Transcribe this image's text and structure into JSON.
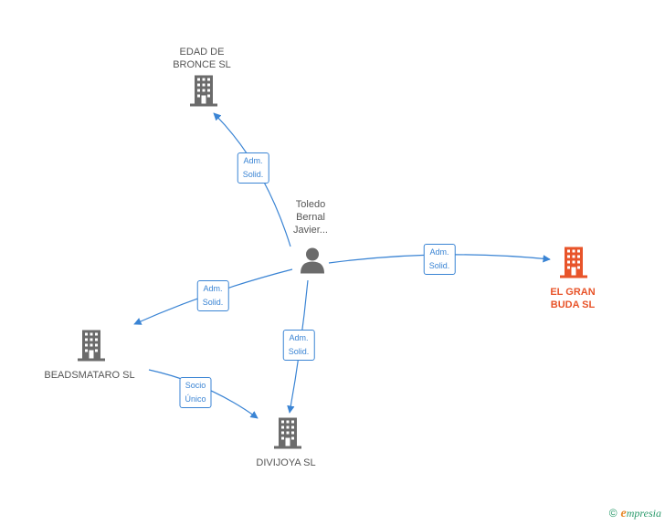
{
  "center": {
    "name_lines": [
      "Toledo",
      "Bernal",
      "Javier..."
    ]
  },
  "companies": {
    "edad_bronce": {
      "name_lines": [
        "EDAD DE",
        "BRONCE SL"
      ]
    },
    "el_gran_buda": {
      "name_lines": [
        "EL GRAN",
        "BUDA SL"
      ]
    },
    "beadsmataro": {
      "name_lines": [
        "BEADSMATARO SL"
      ]
    },
    "divijoya": {
      "name_lines": [
        "DIVIJOYA SL"
      ]
    }
  },
  "edges": {
    "to_edad_bronce": [
      "Adm.",
      "Solid."
    ],
    "to_el_gran_buda": [
      "Adm.",
      "Solid."
    ],
    "to_beadsmataro": [
      "Adm.",
      "Solid."
    ],
    "to_divijoya": [
      "Adm.",
      "Solid."
    ],
    "beads_to_divijoya": [
      "Socio",
      "Único"
    ]
  },
  "colors": {
    "edge": "#3a84d4",
    "building": "#6b6b6b",
    "highlight": "#e8542a",
    "person": "#6b6b6b"
  },
  "footer": {
    "copyright": "©",
    "brand_initial": "e",
    "brand_rest": "mpresia"
  }
}
